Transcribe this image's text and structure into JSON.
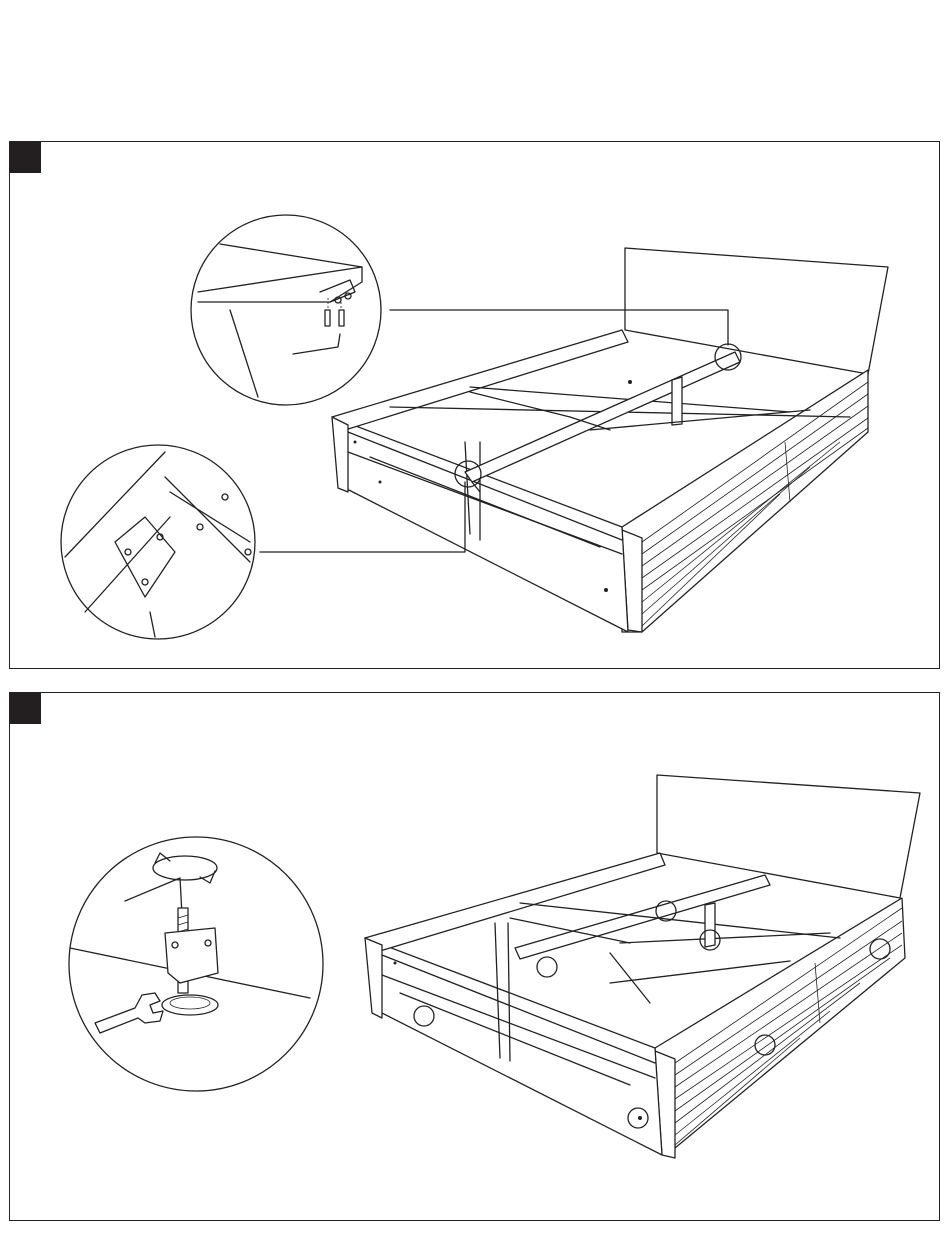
{
  "document": {
    "type": "assembly-instructions",
    "steps": [
      {
        "marker": "",
        "icons": [
          "bed-frame-illustration",
          "bracket-detail-icon",
          "allen-key-icon",
          "corner-bracket-detail-icon",
          "screw-icon"
        ]
      },
      {
        "marker": "",
        "icons": [
          "bed-frame-illustration",
          "leveling-foot-detail-icon",
          "allen-key-icon",
          "rotate-arrow-icon",
          "wrench-icon"
        ],
        "callout_count": 7
      }
    ]
  },
  "colors": {
    "line": "#222222",
    "marker_bg": "#231f20",
    "page": "#ffffff"
  }
}
